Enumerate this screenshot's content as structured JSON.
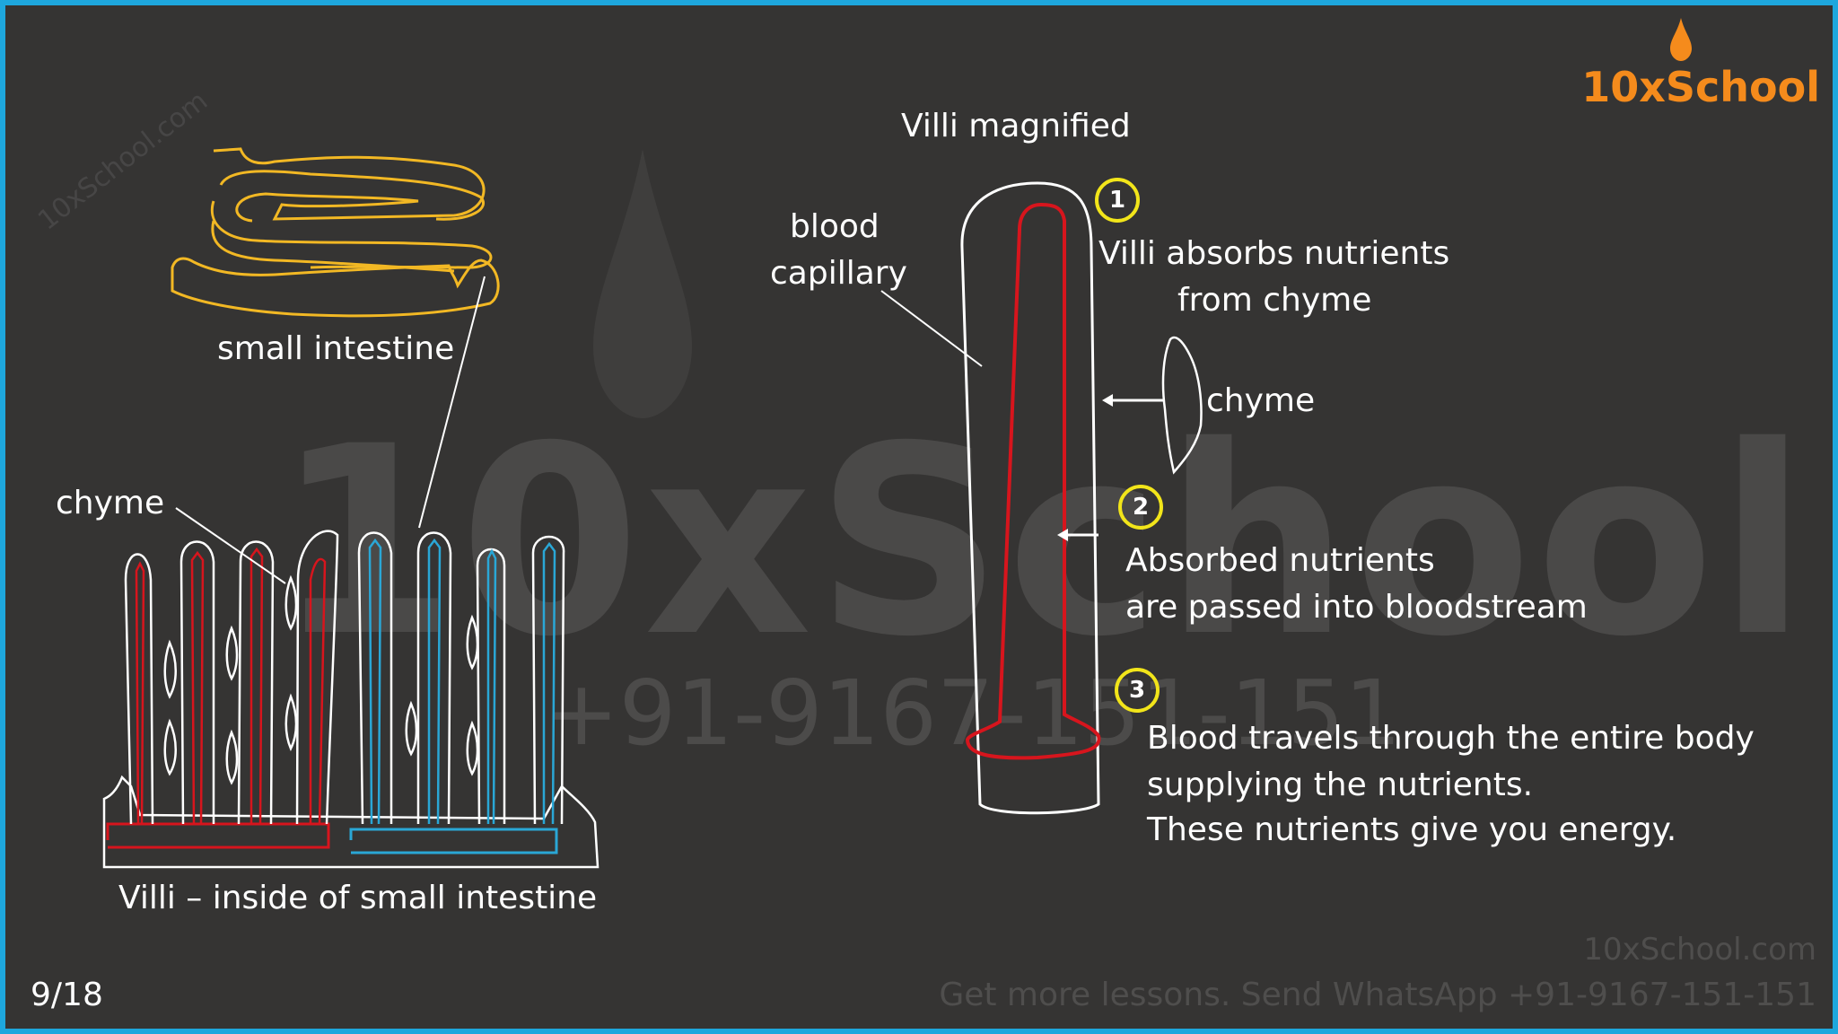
{
  "watermark": {
    "big": "10xSchool",
    "phone": "+91-9167-151-151",
    "diagonal": "10xSchool.com",
    "site": "10xSchool.com",
    "whatsapp": "Get more lessons. Send WhatsApp +91-9167-151-151"
  },
  "logo": {
    "text": "10xSchool",
    "color": "#f58b1c",
    "icon": "drop-icon"
  },
  "left_diagram": {
    "small_intestine_label": "small intestine",
    "chyme_label": "chyme",
    "caption": "Villi – inside of small intestine"
  },
  "right_diagram": {
    "title": "Villi magnified",
    "capillary_label": [
      "blood",
      "capillary"
    ],
    "chyme_label": "chyme",
    "steps": [
      {
        "number": "1",
        "lines": [
          "Villi absorbs nutrients",
          "from chyme"
        ]
      },
      {
        "number": "2",
        "lines": [
          "Absorbed nutrients",
          "are passed into bloodstream"
        ]
      },
      {
        "number": "3",
        "lines": [
          "Blood travels through the entire body",
          "supplying the nutrients.",
          "These nutrients give you energy."
        ]
      }
    ]
  },
  "page": {
    "number": "9/18"
  },
  "colors": {
    "background": "#353433",
    "border": "#1ea7dd",
    "intestine": "#f2b824",
    "artery": "#d7151d",
    "vein": "#2aa7d6",
    "step_circle": "#f2e51a",
    "logo": "#f58b1c"
  }
}
